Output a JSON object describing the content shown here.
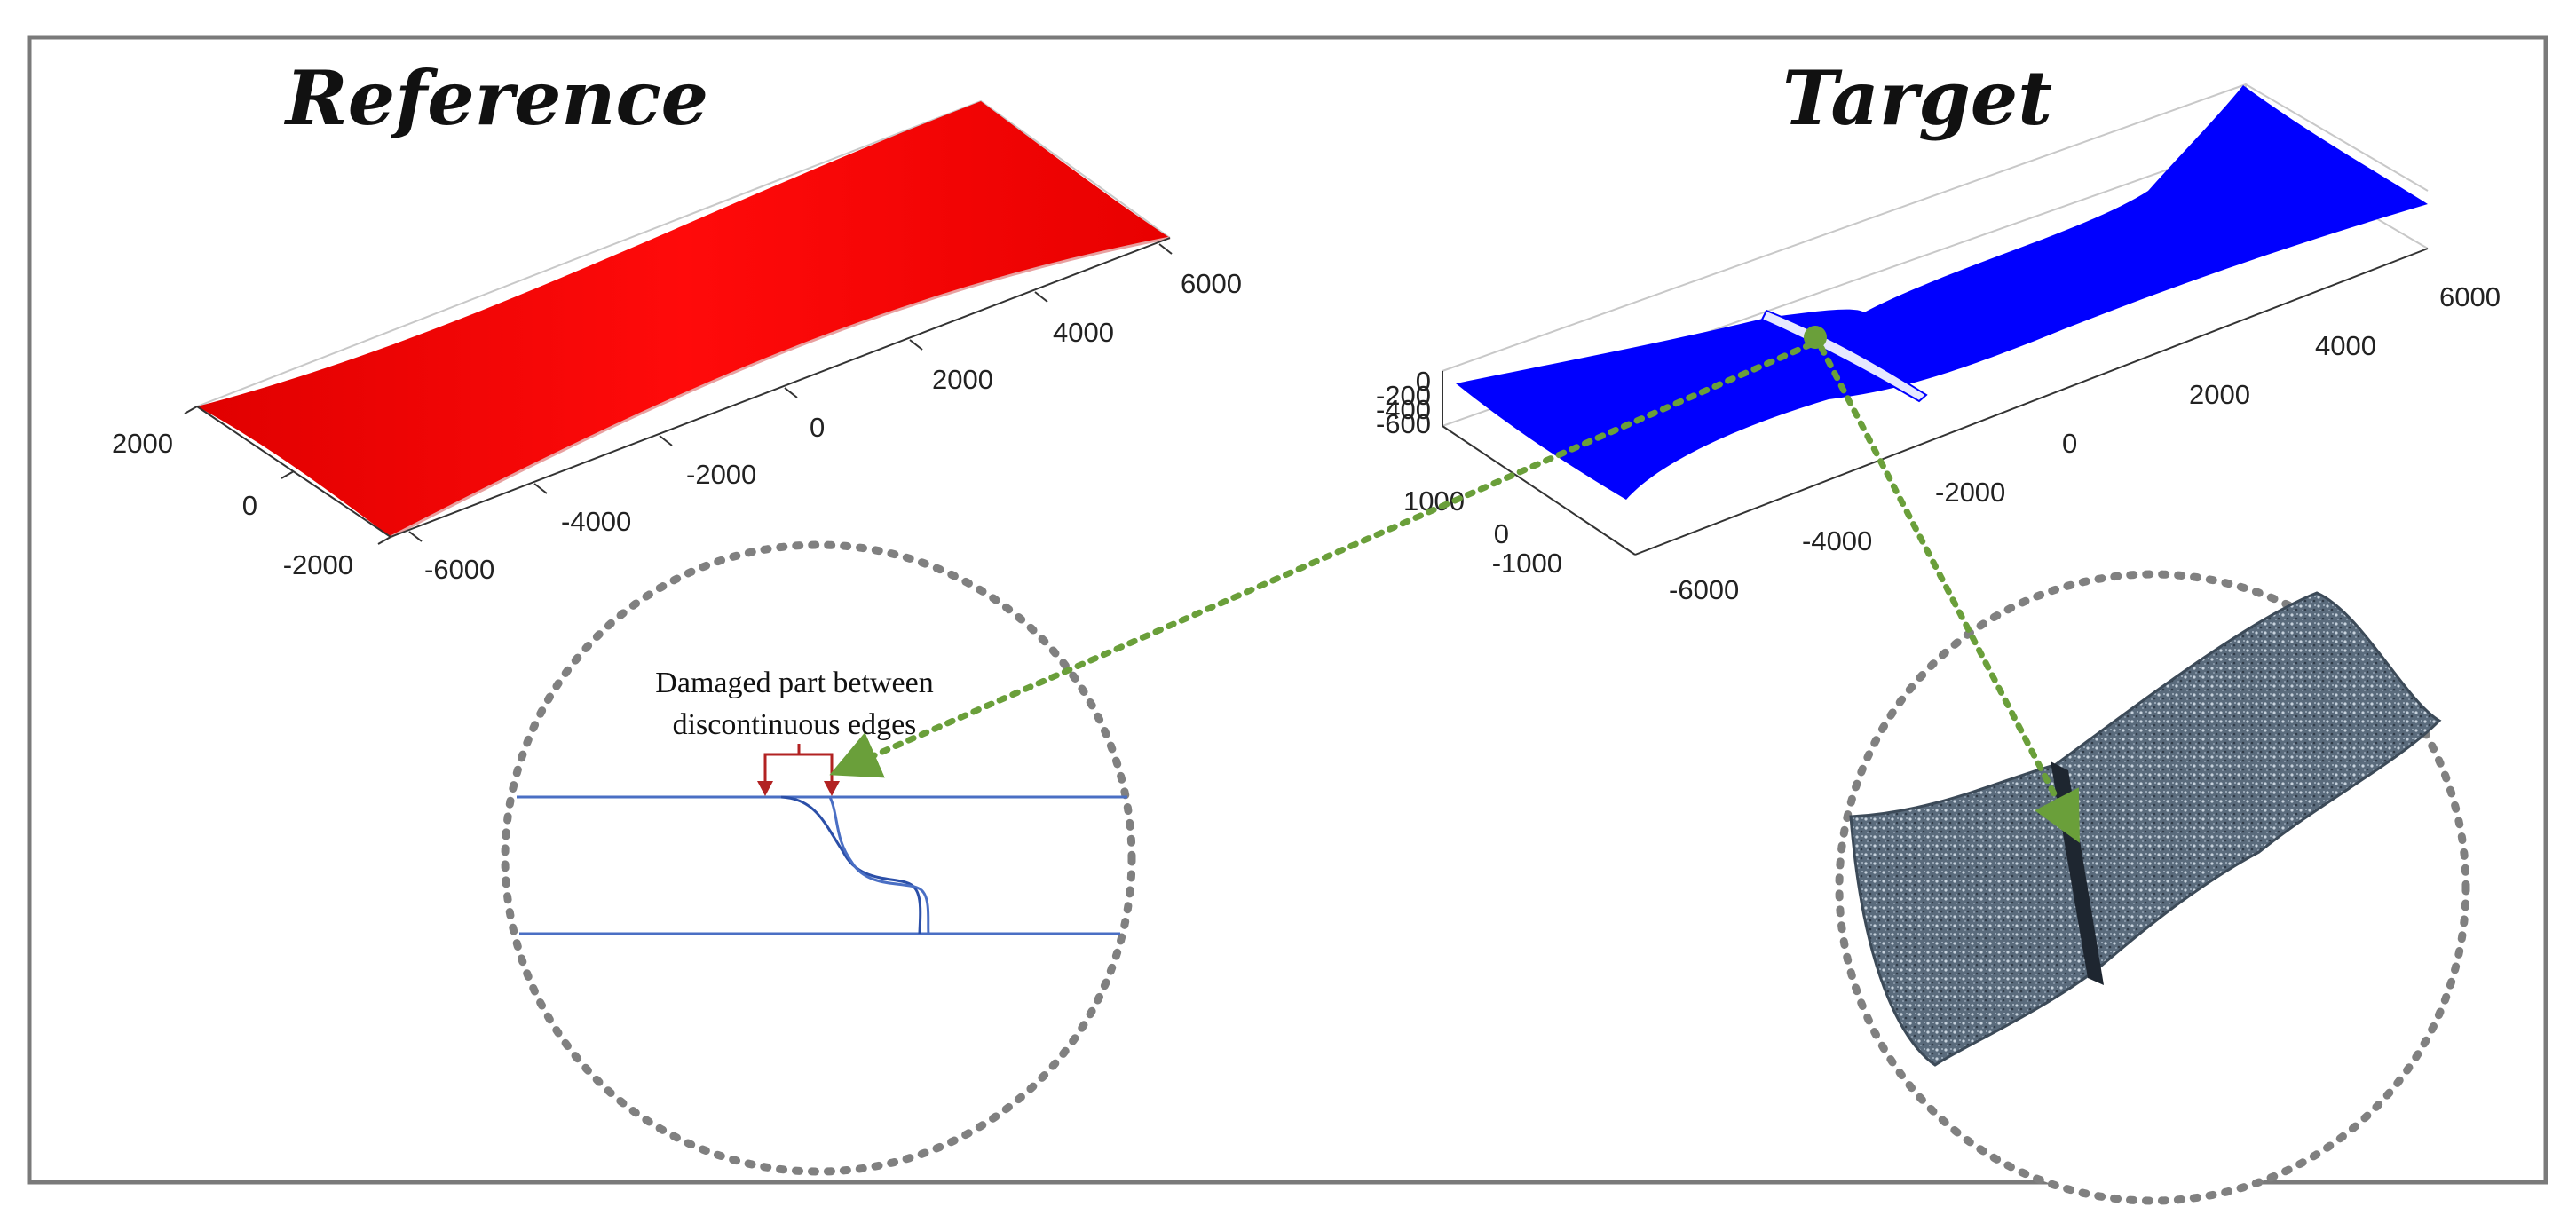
{
  "panels": {
    "reference": {
      "title": "Reference",
      "surface_color": "#ff0000",
      "ticks_long_axis": [
        "6000",
        "4000",
        "2000",
        "0",
        "-2000",
        "-4000",
        "-6000"
      ],
      "ticks_short_axis": [
        "2000",
        "0",
        "-2000"
      ]
    },
    "target": {
      "title": "Target",
      "surface_color": "#0000ff",
      "ticks_long_axis": [
        "6000",
        "4000",
        "2000",
        "0",
        "-2000",
        "-4000",
        "-6000"
      ],
      "ticks_short_axis": [
        "1000",
        "0",
        "-1000"
      ],
      "ticks_vertical": [
        "0",
        "-200",
        "-400",
        "-600"
      ]
    }
  },
  "annotation": {
    "line1": "Damaged part between",
    "line2": "discontinuous edges"
  },
  "colors": {
    "connector": "#6a9f3a",
    "zoom_circle": "#808080",
    "schematic_line": "#4a6fc4",
    "marker_arrow": "#b22222",
    "scan_texture": "#5b6e80"
  }
}
